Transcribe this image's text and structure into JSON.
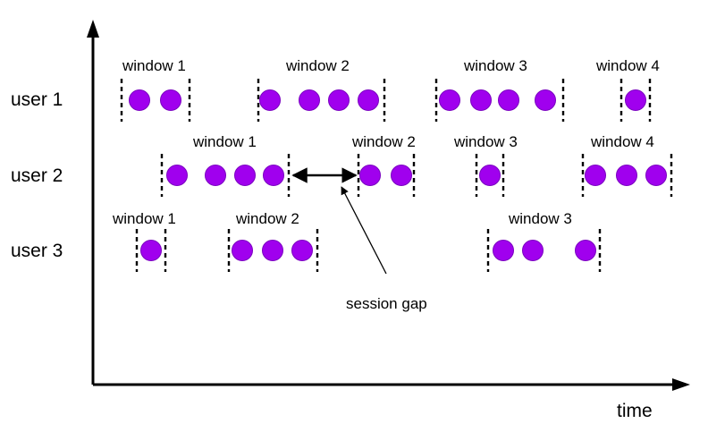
{
  "axis": {
    "time_label": "time"
  },
  "annotation": {
    "session_gap_label": "session gap"
  },
  "colors": {
    "event": "#a000ee",
    "event_stroke": "#7a00c0",
    "line": "#000000"
  },
  "rows": [
    {
      "label": "user 1",
      "windows": [
        {
          "label": "window 1",
          "events": 2
        },
        {
          "label": "window 2",
          "events": 4
        },
        {
          "label": "window 3",
          "events": 4
        },
        {
          "label": "window 4",
          "events": 1
        }
      ]
    },
    {
      "label": "user 2",
      "windows": [
        {
          "label": "window 1",
          "events": 4
        },
        {
          "label": "window 2",
          "events": 2
        },
        {
          "label": "window 3",
          "events": 1
        },
        {
          "label": "window 4",
          "events": 3
        }
      ]
    },
    {
      "label": "user 3",
      "windows": [
        {
          "label": "window 1",
          "events": 1
        },
        {
          "label": "window 2",
          "events": 3
        },
        {
          "label": "window 3",
          "events": 3
        }
      ]
    }
  ]
}
